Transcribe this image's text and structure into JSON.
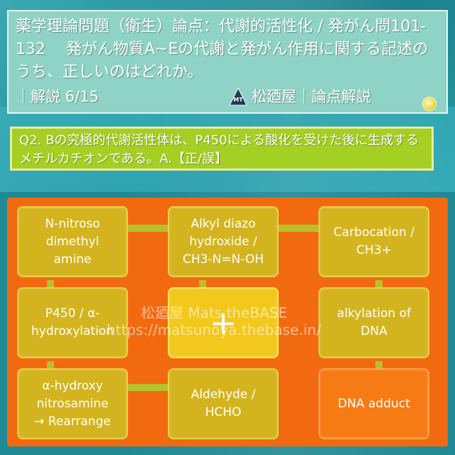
{
  "header": {
    "title": "薬学理論問題（衛生）論点：代謝的活性化 / 発がん問101-132　 発がん物質A~Eの代謝と発がん作用に関する記述のうち、正しいのはどれか。",
    "subtitle": "｜解説 6/15",
    "brand_name": "松廼屋｜論点解説",
    "brand_logo_text": "MT"
  },
  "question": {
    "text": "Q2. Bの究極的代謝活性体は、P450による酸化を受けた後に生成するメチルカチオンである。A.【正/誤】"
  },
  "nodes": [
    {
      "label": "N-nitroso\ndimethyl\namine",
      "style": "yellow"
    },
    {
      "label": "Alkyl diazo\nhydroxide /\nCH3-N=N-OH",
      "style": "yellow"
    },
    {
      "label": "Carbocation /\nCH3+",
      "style": "yellow"
    },
    {
      "label": "P450 / α-\nhydroxylation",
      "style": "yellow"
    },
    {
      "label": "+",
      "style": "center"
    },
    {
      "label": "alkylation of\nDNA",
      "style": "yellow"
    },
    {
      "label": "α-hydroxy\nnitrosamine\n→ Rearrange",
      "style": "yellow"
    },
    {
      "label": "Aldehyde /\nHCHO",
      "style": "yellow"
    },
    {
      "label": "DNA adduct",
      "style": "orange"
    }
  ],
  "watermark": {
    "line1": "松廼屋 Mats.theBASE",
    "line2": "https://matsunoya.thebase.in/"
  },
  "colors": {
    "panel": "#f26a10",
    "node_yellow": "#d4b41e",
    "node_center": "#f2c81c",
    "node_orange": "#f77b14",
    "question_bg": "#a5cf23",
    "title_bg": "#8fd3c6"
  }
}
